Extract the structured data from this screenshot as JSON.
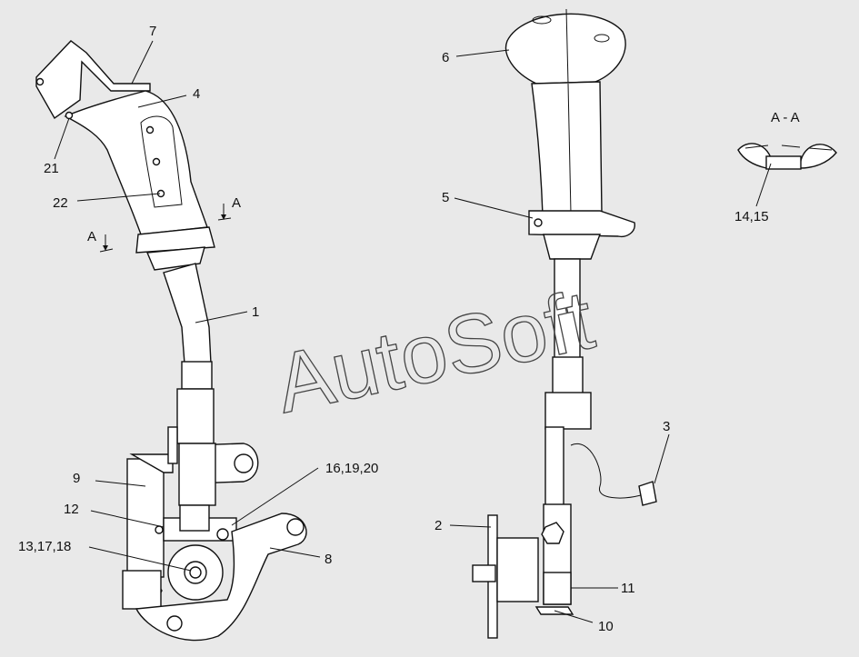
{
  "watermark": "AutoSoft",
  "section_title": "A - A",
  "section_marks": [
    "A",
    "A"
  ],
  "callouts": {
    "c1": "1",
    "c2": "2",
    "c3": "3",
    "c4": "4",
    "c5": "5",
    "c6": "6",
    "c7": "7",
    "c8": "8",
    "c9": "9",
    "c10": "10",
    "c11": "11",
    "c12": "12",
    "c13": "13,17,18",
    "c14": "14,15",
    "c16": "16,19,20",
    "c21": "21",
    "c22": "22"
  }
}
